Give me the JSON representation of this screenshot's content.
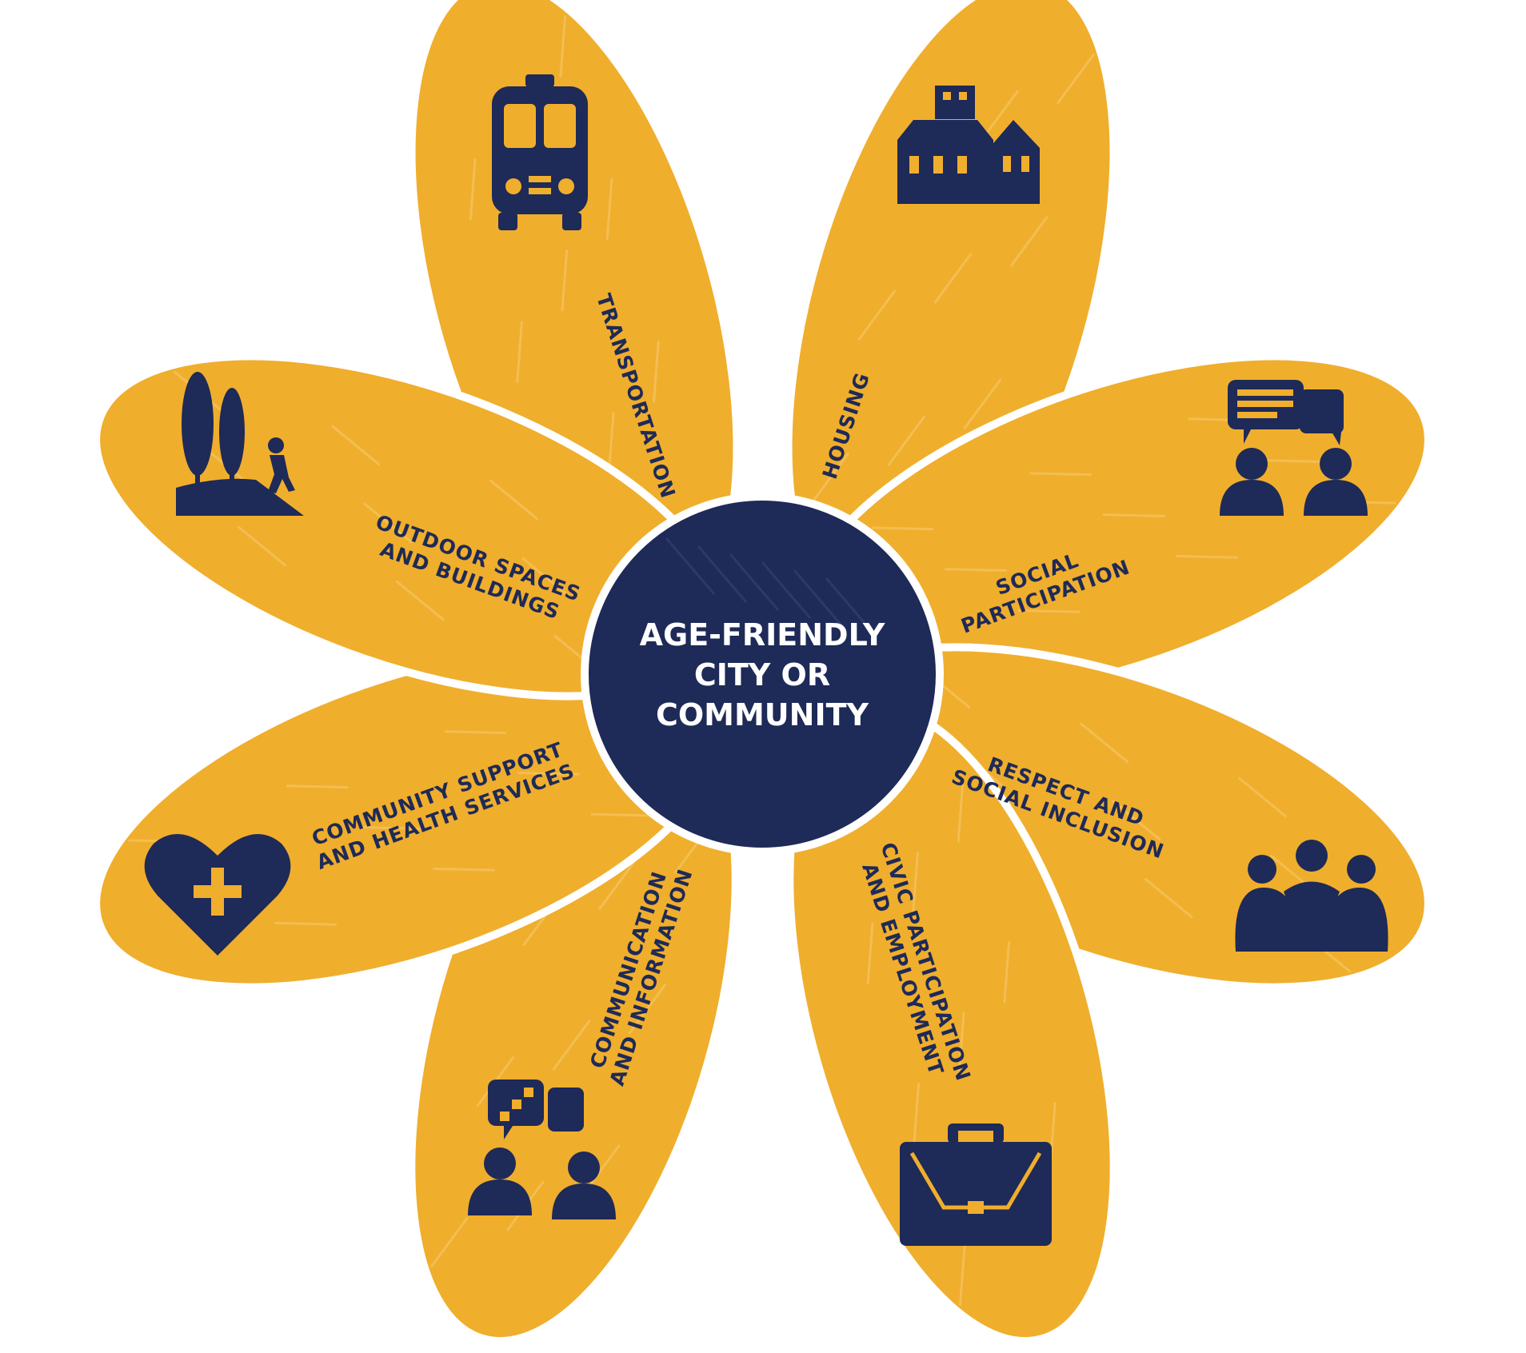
{
  "colors": {
    "petal": "#F0AE2D",
    "petal_streak": "#F6CC72",
    "navy": "#1E2A57",
    "outline": "#FFFFFF"
  },
  "center": {
    "lines": [
      "AGE-FRIENDLY",
      "CITY OR",
      "COMMUNITY"
    ]
  },
  "petals": [
    {
      "id": "transportation",
      "icon": "bus-icon",
      "lines": [
        "TRANSPORTATION"
      ]
    },
    {
      "id": "housing",
      "icon": "houses-icon",
      "lines": [
        "HOUSING"
      ]
    },
    {
      "id": "social-participation",
      "icon": "conversation-icon",
      "lines": [
        "SOCIAL",
        "PARTICIPATION"
      ]
    },
    {
      "id": "respect-social-inclusion",
      "icon": "group-embrace-icon",
      "lines": [
        "RESPECT AND",
        "SOCIAL INCLUSION"
      ]
    },
    {
      "id": "civic-participation-employment",
      "icon": "briefcase-icon",
      "lines": [
        "CIVIC PARTICIPATION",
        "AND EMPLOYMENT"
      ]
    },
    {
      "id": "communication-information",
      "icon": "chat-people-icon",
      "lines": [
        "COMMUNICATION",
        "AND INFORMATION"
      ]
    },
    {
      "id": "community-health-services",
      "icon": "heart-plus-icon",
      "lines": [
        "COMMUNITY SUPPORT",
        "AND HEALTH SERVICES"
      ]
    },
    {
      "id": "outdoor-spaces-buildings",
      "icon": "trees-walker-icon",
      "lines": [
        "OUTDOOR SPACES",
        "AND BUILDINGS"
      ]
    }
  ]
}
